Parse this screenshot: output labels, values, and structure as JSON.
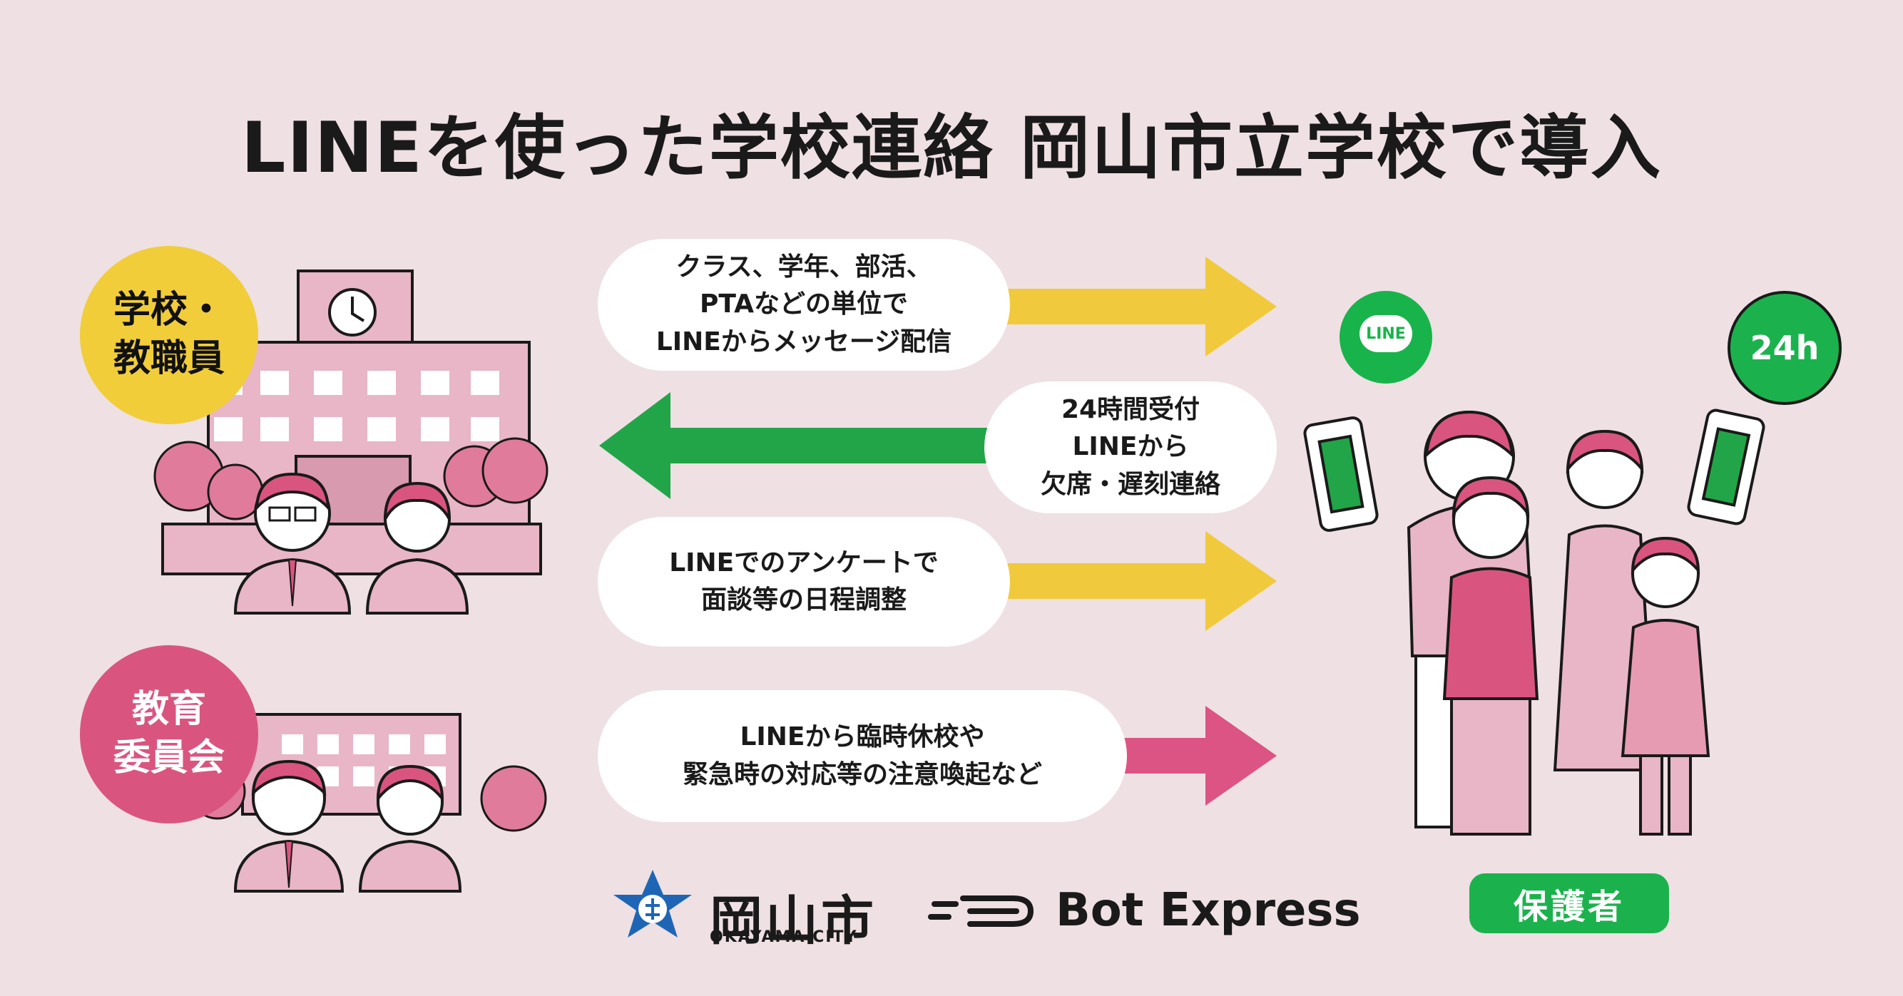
{
  "title": "LINEを使った学校連絡 岡山市立学校で導入",
  "school_badge": {
    "line1": "学校・",
    "line2": "教職員"
  },
  "board_badge": {
    "line1": "教育",
    "line2": "委員会"
  },
  "messages": [
    {
      "lines": [
        "クラス、学年、部活、",
        "PTAなどの単位で",
        "LINEからメッセージ配信"
      ],
      "direction": "right",
      "color": "#f0ca3c"
    },
    {
      "lines": [
        "24時間受付",
        "LINEから",
        "欠席・遅刻連絡"
      ],
      "direction": "left",
      "color": "#22a548"
    },
    {
      "lines": [
        "LINEでのアンケートで",
        "面談等の日程調整"
      ],
      "direction": "right",
      "color": "#f0ca3c"
    },
    {
      "lines": [
        "LINEから臨時休校や",
        "緊急時の対応等の注意喚起など"
      ],
      "direction": "right",
      "color": "#dc5483"
    }
  ],
  "line_logo_text": "LINE",
  "h24_label": "24h",
  "guardian_label": "保護者",
  "okayama": {
    "name": "岡山市",
    "sub": "OKAYAMA CITY"
  },
  "botexpress": {
    "name": "Bot Express"
  },
  "colors": {
    "background": "#efe0e3",
    "yellow": "#f1cd3a",
    "pink": "#d9557f",
    "green": "#1bb24d",
    "building": "#e8b6c6",
    "tree": "#e07b9b"
  }
}
